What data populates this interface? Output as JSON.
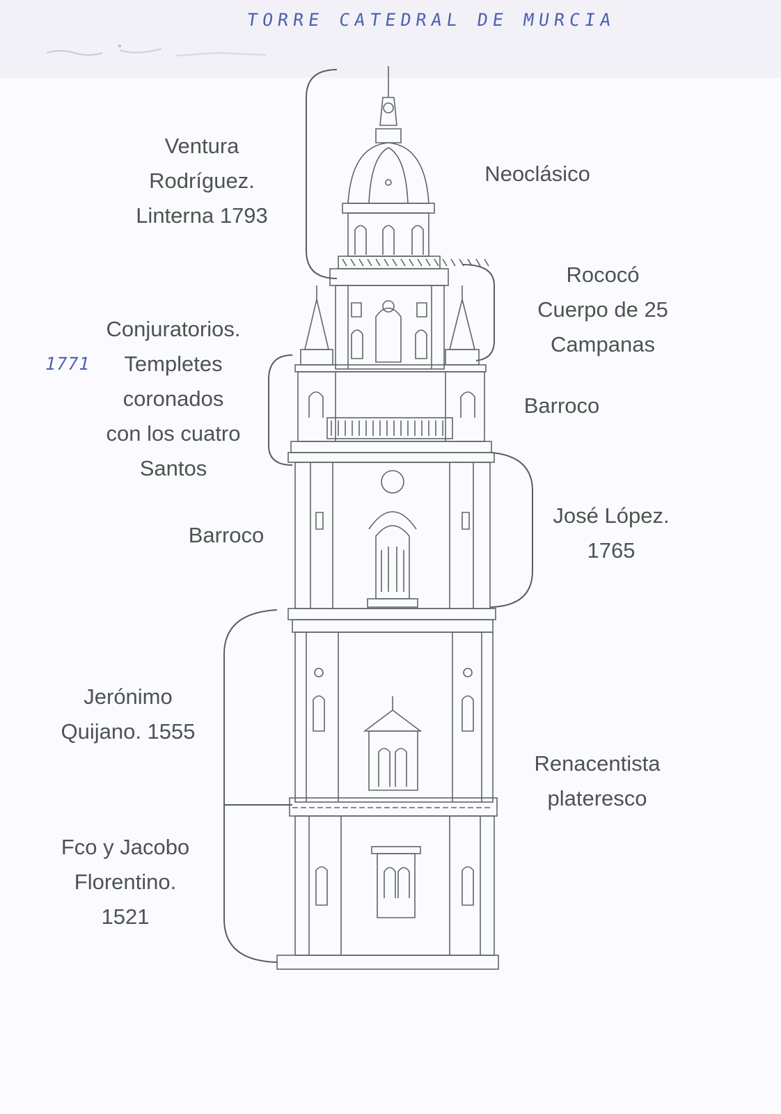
{
  "title": "TORRE CATEDRAL DE MURCIA",
  "handwritten_year": "1771",
  "labels": {
    "ventura": "Ventura\nRodríguez.\nLinterna 1793",
    "neoclasico": "Neoclásico",
    "rococo": "Rococó\nCuerpo de 25\nCampanas",
    "conjuratorios": "Conjuratorios.\nTempletes\ncoronados\ncon los cuatro\nSantos",
    "barroco_right": "Barroco",
    "jose_lopez": "José López.\n1765",
    "barroco_left": "Barroco",
    "jeronimo": "Jerónimo\nQuijano. 1555",
    "renacentista": "Renacentista\nplateresco",
    "florentino": "Fco y Jacobo\nFlorentino.\n1521"
  },
  "colors": {
    "ink": "#4a5350",
    "handwriting": "#4a63b0",
    "drawing": "#55605c"
  }
}
